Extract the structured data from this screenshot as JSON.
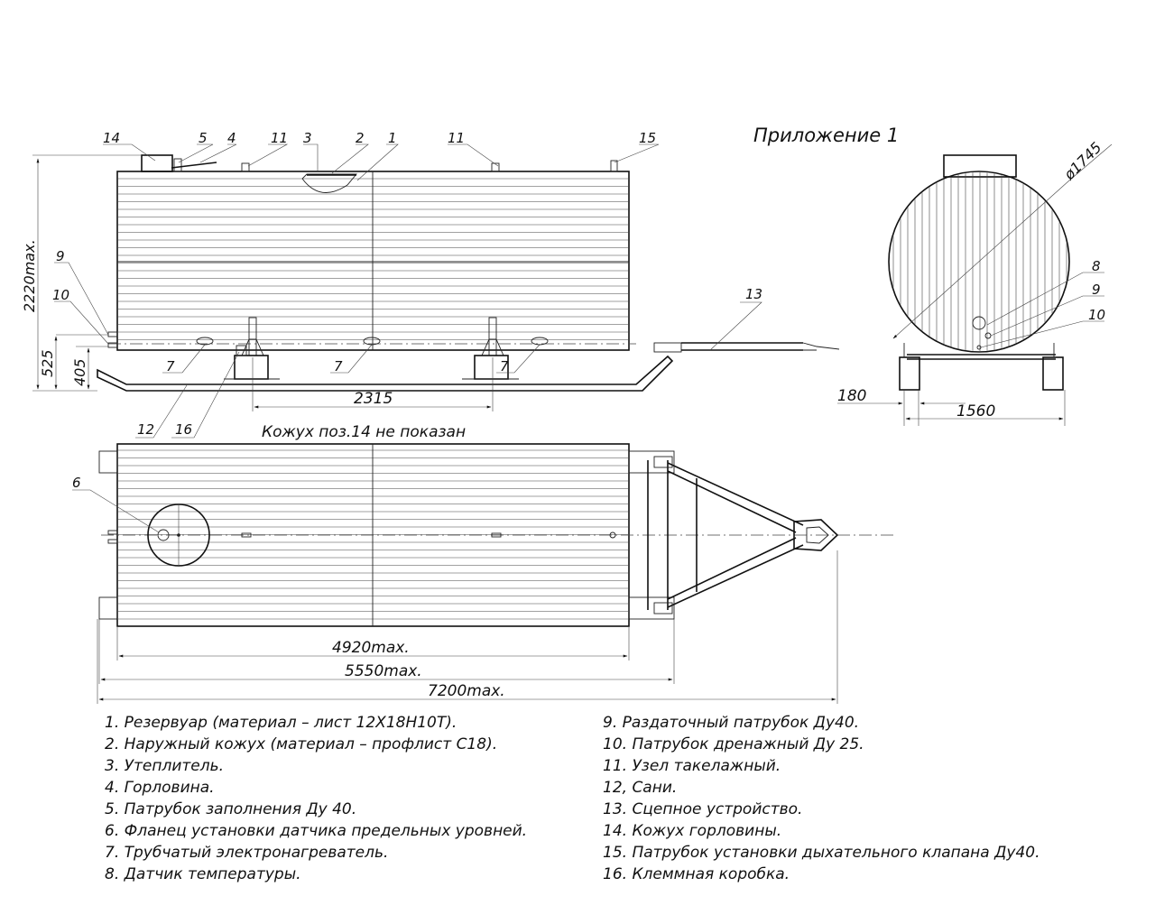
{
  "title": "Приложение 1",
  "note": "Кожух поз.14  не показан",
  "dimensions": {
    "height_total": "2220max.",
    "h525": "525",
    "h405": "405",
    "skid_span": "2315",
    "diameter": "ø1745",
    "d180": "180",
    "d1560": "1560",
    "len_tank": "4920max.",
    "len_body": "5550max.",
    "len_total": "7200max."
  },
  "callouts": {
    "c1": "1",
    "c2": "2",
    "c3": "3",
    "c4": "4",
    "c5": "5",
    "c6": "6",
    "c7": "7",
    "c8": "8",
    "c9": "9",
    "c10": "10",
    "c11": "11",
    "c12": "12",
    "c13": "13",
    "c14": "14",
    "c15": "15",
    "c16": "16"
  },
  "legend_left": [
    "1.  Резервуар (материал –  лист 12Х18Н10Т).",
    "2.  Наружный кожух (материал –  профлист С18).",
    "3.  Утеплитель.",
    "4.  Горловина.",
    "5.  Патрубок заполнения Ду 40.",
    "6.  Фланец установки датчика предельных уровней.",
    "7.  Трубчатый электронагреватель.",
    "8.  Датчик температуры."
  ],
  "legend_right": [
    "9.  Раздаточный патрубок Ду40.",
    "10.  Патрубок дренажный Ду 25.",
    "11.  Узел такелажный.",
    "12,  Сани.",
    "13.  Сцепное устройство.",
    "14.  Кожух горловины.",
    "15.  Патрубок установки дыхательного клапана Ду40.",
    "16.  Клеммная коробка."
  ]
}
